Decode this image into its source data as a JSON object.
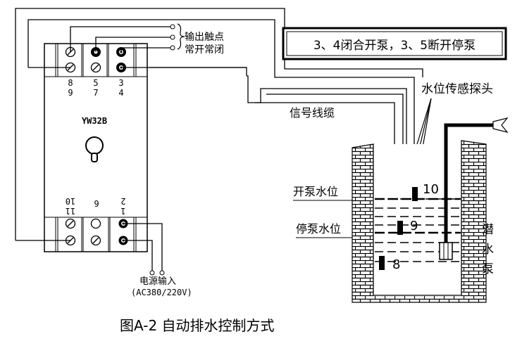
{
  "device": {
    "model": "YW32B",
    "top_terminals": [
      "8\n9",
      "5\n7",
      "3\n4"
    ],
    "top_labels": {
      "col1_a": "8",
      "col1_b": "9",
      "col2_a": "5",
      "col2_b": "7",
      "col3_a": "3",
      "col3_b": "4"
    },
    "bottom_labels": {
      "col1_a": "11",
      "col1_b": "10",
      "col2": "6",
      "col3_a": "1",
      "col3_b": "2"
    }
  },
  "labels": {
    "output_contact_line1": "输出触点",
    "output_contact_line2": "常开常闭",
    "note_box": "3、4闭合开泵，3、5断开停泵",
    "probe": "水位传感探头",
    "signal_cable": "信号线缆",
    "start_level": "开泵水位",
    "stop_level": "停泵水位",
    "pump_1": "潜",
    "pump_2": "水",
    "pump_3": "泵",
    "power_line1": "电源输入",
    "power_line2": "(AC380/220V)",
    "probe_10": "10",
    "probe_9": "9",
    "probe_8": "8"
  },
  "caption": "图A-2   自动排水控制方式"
}
